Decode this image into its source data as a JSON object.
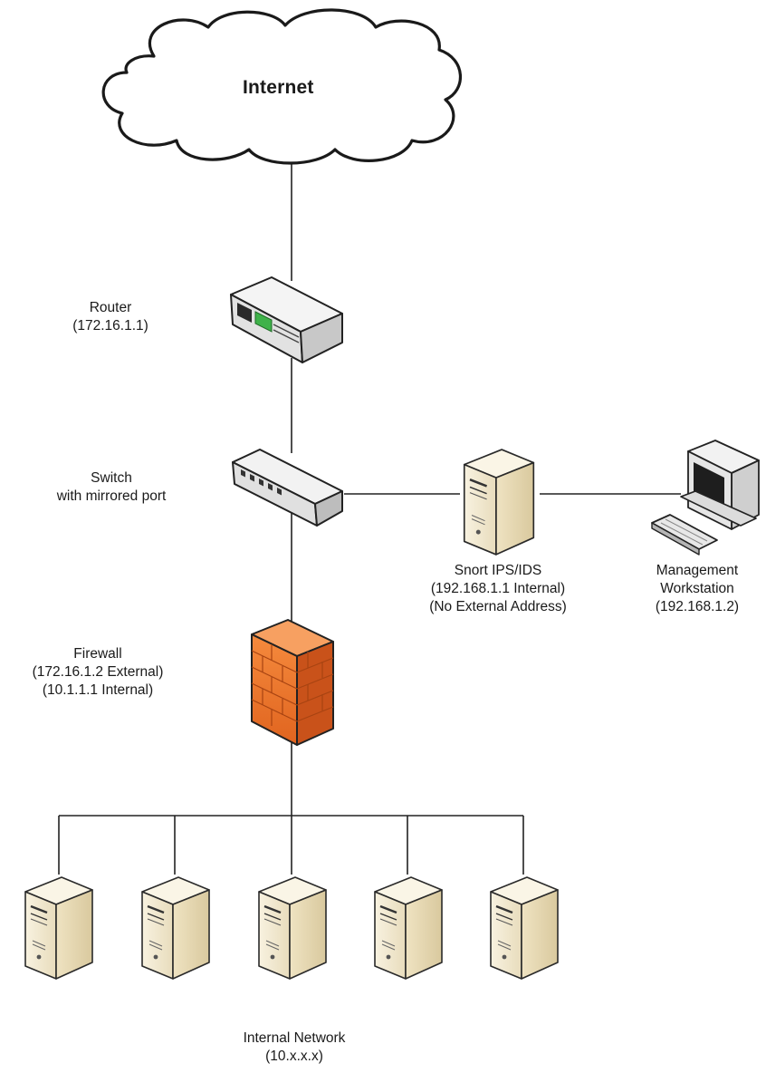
{
  "internet": {
    "label": "Internet"
  },
  "router": {
    "name": "Router",
    "ip": "(172.16.1.1)"
  },
  "switch": {
    "name": "Switch",
    "detail": "with mirrored port"
  },
  "snort": {
    "name": "Snort IPS/IDS",
    "ip": "(192.168.1.1 Internal)",
    "note": "(No External Address)"
  },
  "workstation": {
    "line1": "Management",
    "line2": "Workstation",
    "ip": "(192.168.1.2)"
  },
  "firewall": {
    "name": "Firewall",
    "external": "(172.16.1.2 External)",
    "internal": "(10.1.1.1 Internal)"
  },
  "internal_network": {
    "name": "Internal Network",
    "range": "(10.x.x.x)"
  },
  "colors": {
    "line": "#222222",
    "server_light": "#f3ead3",
    "server_dark": "#cbb98e",
    "firewall": "#f07a2f",
    "router_led": "#3fb24a"
  }
}
